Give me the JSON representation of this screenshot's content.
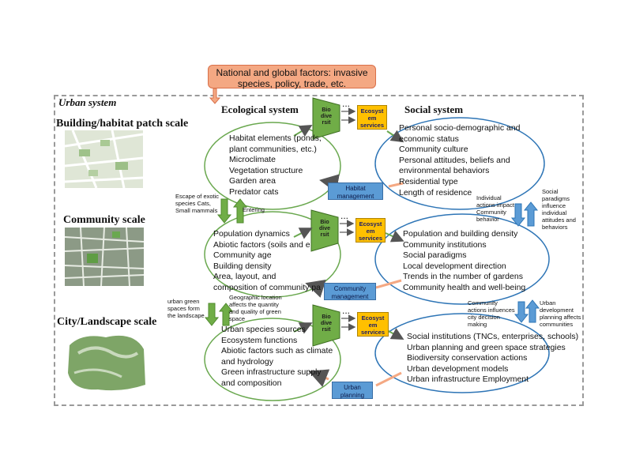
{
  "top_box": "National and global factors: invasive species, policy, trade, etc.",
  "frame_title": "Urban system",
  "scales": {
    "building": "Building/habitat patch scale",
    "community": "Community scale",
    "city": "City/Landscape scale"
  },
  "headers": {
    "ecological": "Ecological system",
    "social": "Social system"
  },
  "biodiversity_label": "Bio dive rsit",
  "ecosystem_services_label": "Ecosyst em services",
  "ellipsis": "...",
  "row1": {
    "eco_lines": [
      "Habitat elements (ponds,",
      "plant communities, etc.)",
      "Microclimate",
      "Vegetation structure",
      "Garden area",
      "Predator cats"
    ],
    "soc_lines": [
      "Personal socio-demographic and",
      "economic status",
      "Community culture",
      "Personal attitudes, beliefs and",
      "environmental behaviors",
      "Residential type",
      "Length of residence"
    ],
    "management": "Habitat management"
  },
  "row2": {
    "eco_lines": [
      "Population dynamics",
      "Abiotic factors (soils and e",
      "Community age",
      "Building density",
      "Area, layout, and",
      "composition of community pa"
    ],
    "soc_lines": [
      "Population and building density",
      "Community institutions",
      "Social paradigms",
      "Local development direction",
      "Trends in the number of gardens",
      "Community health and well-being"
    ],
    "management": "Community management"
  },
  "row3": {
    "eco_lines": [
      "Urban species sources",
      "Ecosystem functions",
      "Abiotic factors such as climate",
      "and hydrology",
      "Green infrastructure supply",
      "and composition"
    ],
    "soc_lines": [
      "Social institutions (TNCs, enterprises, schools)",
      "Urban planning and green space strategies",
      "Biodiversity conservation actions",
      "Urban development models",
      "Urban infrastructure Employment"
    ],
    "management": "Urban planning"
  },
  "side_notes": {
    "escape": "Escape of exotic species Cats, Small mammals",
    "entering": "Entering",
    "urban_green": "urban green spaces form the landscape",
    "geographic": "Geographic location affects the quantity and quality of green space",
    "individual_actions": "Individual actions impact Community behavior",
    "social_paradigms": "Social paradigms influence individual attitudes and behaviors",
    "community_actions": "Community actions influences city decision making",
    "urban_dev": "Urban development planning affects communities"
  },
  "colors": {
    "green_ellipse": "#6aa84f",
    "blue_ellipse": "#2e75b6",
    "green_arrow": "#70ad47",
    "blue_arrow": "#5b9bd5",
    "orange_box": "#f4a883"
  }
}
